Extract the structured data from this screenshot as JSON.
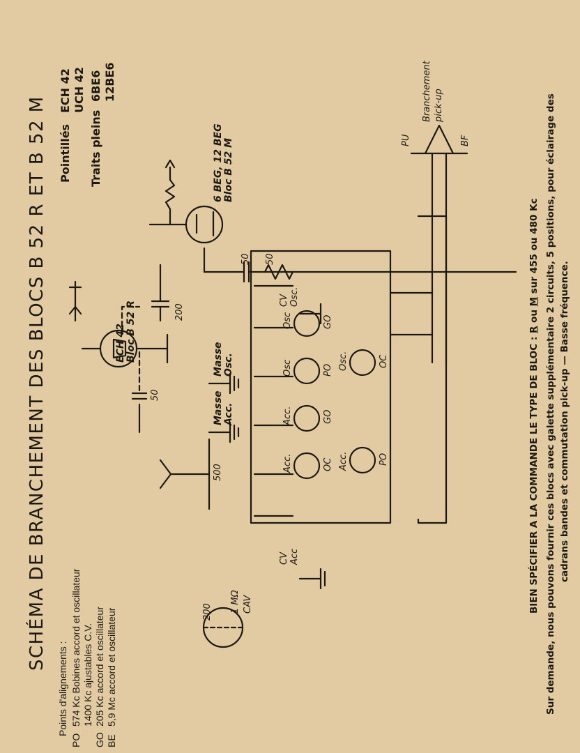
{
  "title": "SCHÉMA DE BRANCHEMENT DES BLOCS B 52 R ET B 52 M",
  "alignment": {
    "heading": "Points d'alignements :",
    "rows": [
      {
        "band": "PO",
        "text": "574 Kc Bobines accord et oscillateur"
      },
      {
        "band": "",
        "text": "1400 Kc ajustables C.V."
      },
      {
        "band": "GO",
        "text": "205 Kc accord et oscillateur"
      },
      {
        "band": "BE",
        "text": "5,9 Mc accord et oscillateur"
      }
    ]
  },
  "tube_types": {
    "dotted_label": "Pointillés",
    "dotted_1": "ECH 42",
    "dotted_2": "UCH 42",
    "solid_label": "Traits pleins",
    "solid_1": "6BE6",
    "solid_2": "12BE6"
  },
  "labels": {
    "ech_1": "ECH 42",
    "ech_2": "Bloc B 52 R",
    "beg_1": "6 BEG, 12 BEG",
    "beg_2": "Bloc B 52 M",
    "cap_200_top": "200",
    "cap_50_bottom": "50",
    "cap_50_a": "50",
    "cap_50_b": "50",
    "cap_500": "500",
    "cap_200_antenna": "200",
    "res_1m": "1 MΩ",
    "cav": "CAV",
    "masse_acc_1": "Masse",
    "masse_acc_2": "Acc.",
    "masse_osc_1": "Masse",
    "masse_osc_2": "Osc.",
    "cv_osc_1": "CV",
    "cv_osc_2": "Osc.",
    "cv_acc_1": "CV",
    "cv_acc_2": "Acc",
    "pu": "PU",
    "bf": "BF",
    "branchement_1": "Branchement",
    "branchement_2": "pick-up",
    "sw_acc_oc": "Acc.",
    "sw_acc_go": "Acc.",
    "sw_osc_go": "Osc",
    "sw_osc_po": "Osc",
    "lower_acc": "Acc.",
    "lower_osc": "Osc.",
    "oc": "OC",
    "go": "GO",
    "po": "PO"
  },
  "footer": {
    "line1_a": "BIEN SPÉCIFIER A LA COMMANDE LE TYPE DE BLOC :",
    "line1_r": "R",
    "line1_b": "ou",
    "line1_m": "M",
    "line1_c": "sur 455 ou 480 Kc",
    "line2": "Sur demande, nous pouvons fournir ces blocs avec galette supplémentaire 2 circuits, 5 positions, pour éclairage des",
    "line3": "cadrans bandes et commutation pick-up — Basse fréquence."
  },
  "colors": {
    "paper": "#e2cba3",
    "ink": "#1d1812"
  }
}
